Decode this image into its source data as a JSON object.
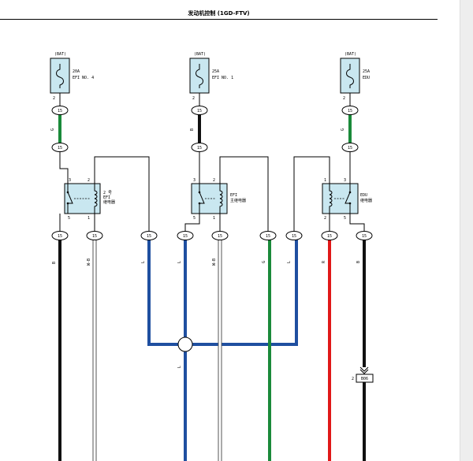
{
  "title": "发动机控制 (1GD-FTV)",
  "colors": {
    "fuse_fill": "#c9e7f0",
    "wire_black": "#111111",
    "wire_green": "#1a8a3a",
    "wire_blue": "#1f4fa0",
    "wire_red": "#e01818",
    "wire_white_outline": "#555555"
  },
  "fuses": [
    {
      "id": "efi-no4",
      "source": "(BAT)",
      "rating": "20A",
      "name": "EFI NO. 4",
      "pin": "2",
      "wire_color_code": "G"
    },
    {
      "id": "efi-no1",
      "source": "(BAT)",
      "rating": "25A",
      "name": "EFI NO. 1",
      "pin": "2",
      "wire_color_code": "B"
    },
    {
      "id": "edu",
      "source": "(BAT)",
      "rating": "25A",
      "name": "EDU",
      "pin": "2",
      "wire_color_code": "G"
    }
  ],
  "relays": [
    {
      "id": "efi2",
      "name_lines": [
        "2 号",
        "EFI",
        "继电器"
      ],
      "pin_top_left": "3",
      "pin_top_right": "2",
      "pin_bottom_left": "5",
      "pin_bottom_right": "1"
    },
    {
      "id": "efi-main",
      "name_lines": [
        "EFI",
        "主继电器"
      ],
      "pin_top_left": "3",
      "pin_top_right": "2",
      "pin_bottom_left": "5",
      "pin_bottom_right": "1"
    },
    {
      "id": "edu",
      "name_lines": [
        "EDU",
        "继电器"
      ],
      "pin_top_left": "3",
      "pin_top_right": "1",
      "pin_bottom_left": "2",
      "pin_bottom_right": "5"
    }
  ],
  "connector_label": "15",
  "wires": [
    {
      "code": "B"
    },
    {
      "code": "W-B"
    },
    {
      "code": "L"
    },
    {
      "code": "L"
    },
    {
      "code": "W-B"
    },
    {
      "code": "G"
    },
    {
      "code": "L"
    },
    {
      "code": "R"
    },
    {
      "code": "B"
    }
  ],
  "splice_wire_code": "L",
  "edu_connector": {
    "pin": "2",
    "label": "B06"
  }
}
